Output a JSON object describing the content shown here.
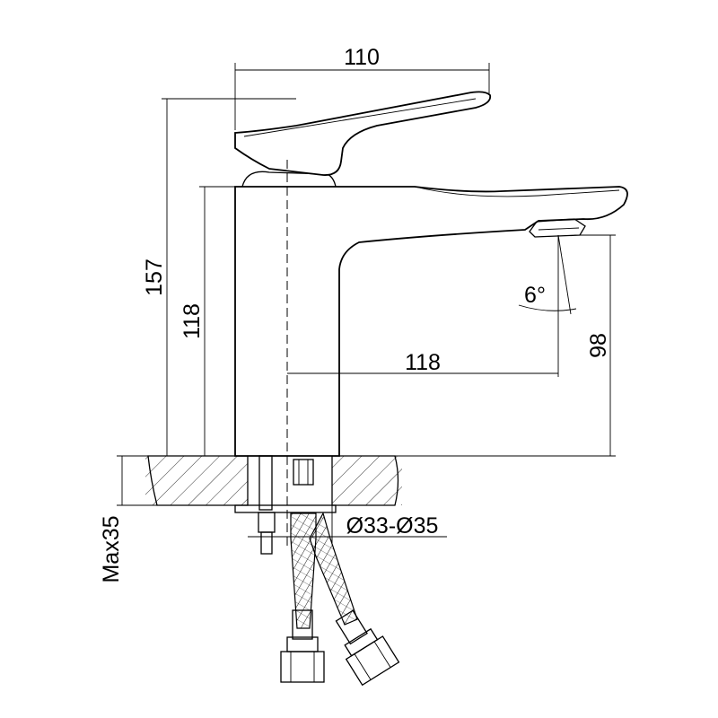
{
  "dimensions": {
    "width_top": "110",
    "height_total": "157",
    "height_body": "118",
    "spout_reach": "118",
    "spout_height": "98",
    "spout_angle": "6°",
    "hole_diameter": "Ø33-Ø35",
    "max_thickness": "Max35"
  }
}
